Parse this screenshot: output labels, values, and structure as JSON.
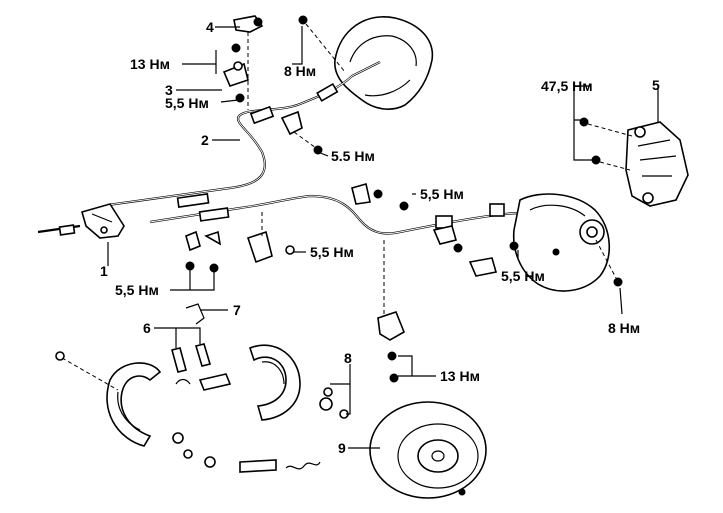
{
  "part_numbers": {
    "p1": "1",
    "p2": "2",
    "p3": "3",
    "p4": "4",
    "p5": "5",
    "p6": "6",
    "p7": "7",
    "p8": "8",
    "p9": "9"
  },
  "torque_labels": {
    "t_13_top": "13 Нм",
    "t_8_top": "8 Нм",
    "t_55_left": "5,5 Нм",
    "t_55_cable": "5.5 Нм",
    "t_475": "47,5 Нм",
    "t_55_bracket": "5,5 Нм",
    "t_55_clamp": "5,5 Нм",
    "t_55_hub": "5,5 Нм",
    "t_55_lower": "5,5 Нм",
    "t_8_right": "8 Нм",
    "t_13_bottom": "13 Нм"
  },
  "colors": {
    "ink": "#000000",
    "paper": "#ffffff"
  }
}
